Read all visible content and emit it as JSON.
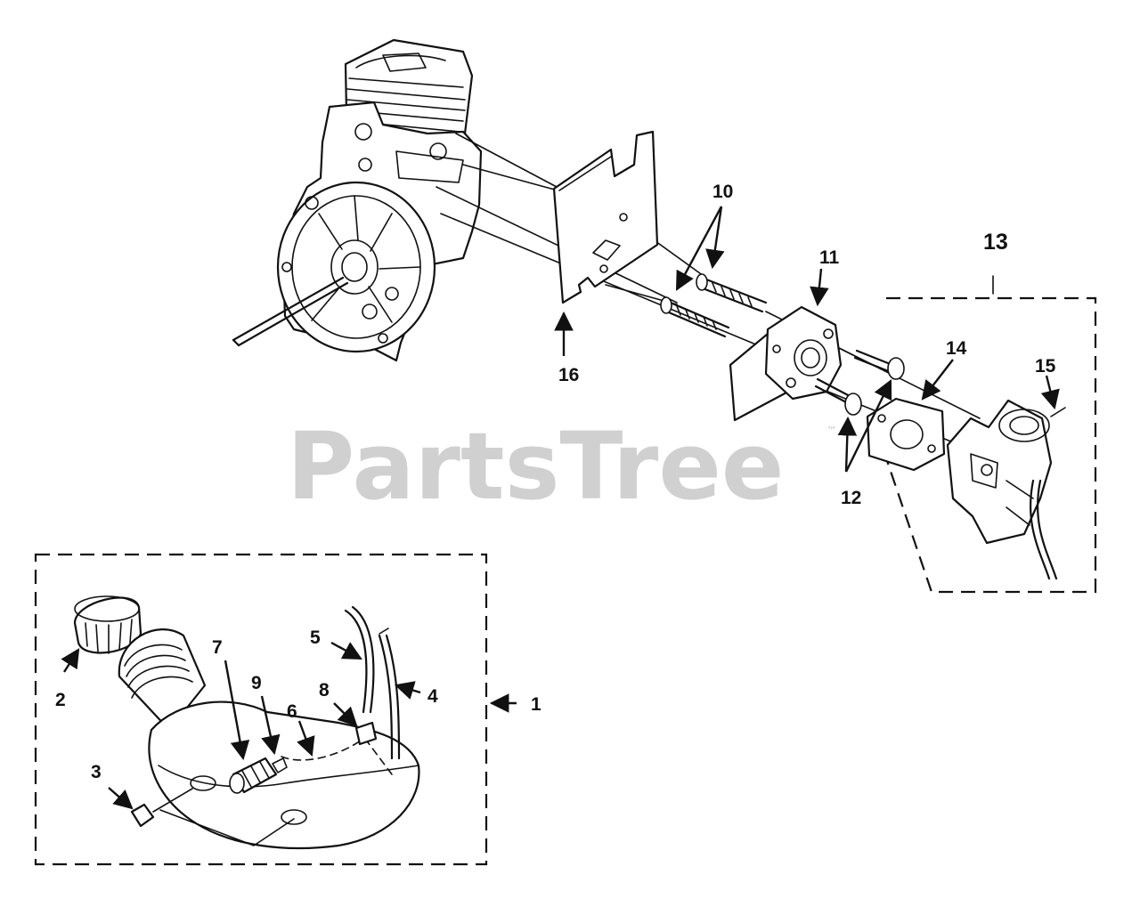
{
  "watermark": {
    "text": "PartsTree",
    "trademark": "™"
  },
  "callouts": [
    {
      "id": "c1",
      "text": "1"
    },
    {
      "id": "c2",
      "text": "2"
    },
    {
      "id": "c3",
      "text": "3"
    },
    {
      "id": "c4",
      "text": "4"
    },
    {
      "id": "c5",
      "text": "5"
    },
    {
      "id": "c6",
      "text": "6"
    },
    {
      "id": "c7",
      "text": "7"
    },
    {
      "id": "c8",
      "text": "8"
    },
    {
      "id": "c9",
      "text": "9"
    },
    {
      "id": "c10",
      "text": "10"
    },
    {
      "id": "c11",
      "text": "11"
    },
    {
      "id": "c12",
      "text": "12"
    },
    {
      "id": "c13",
      "text": "13"
    },
    {
      "id": "c14",
      "text": "14"
    },
    {
      "id": "c15",
      "text": "15"
    },
    {
      "id": "c16",
      "text": "16"
    }
  ]
}
